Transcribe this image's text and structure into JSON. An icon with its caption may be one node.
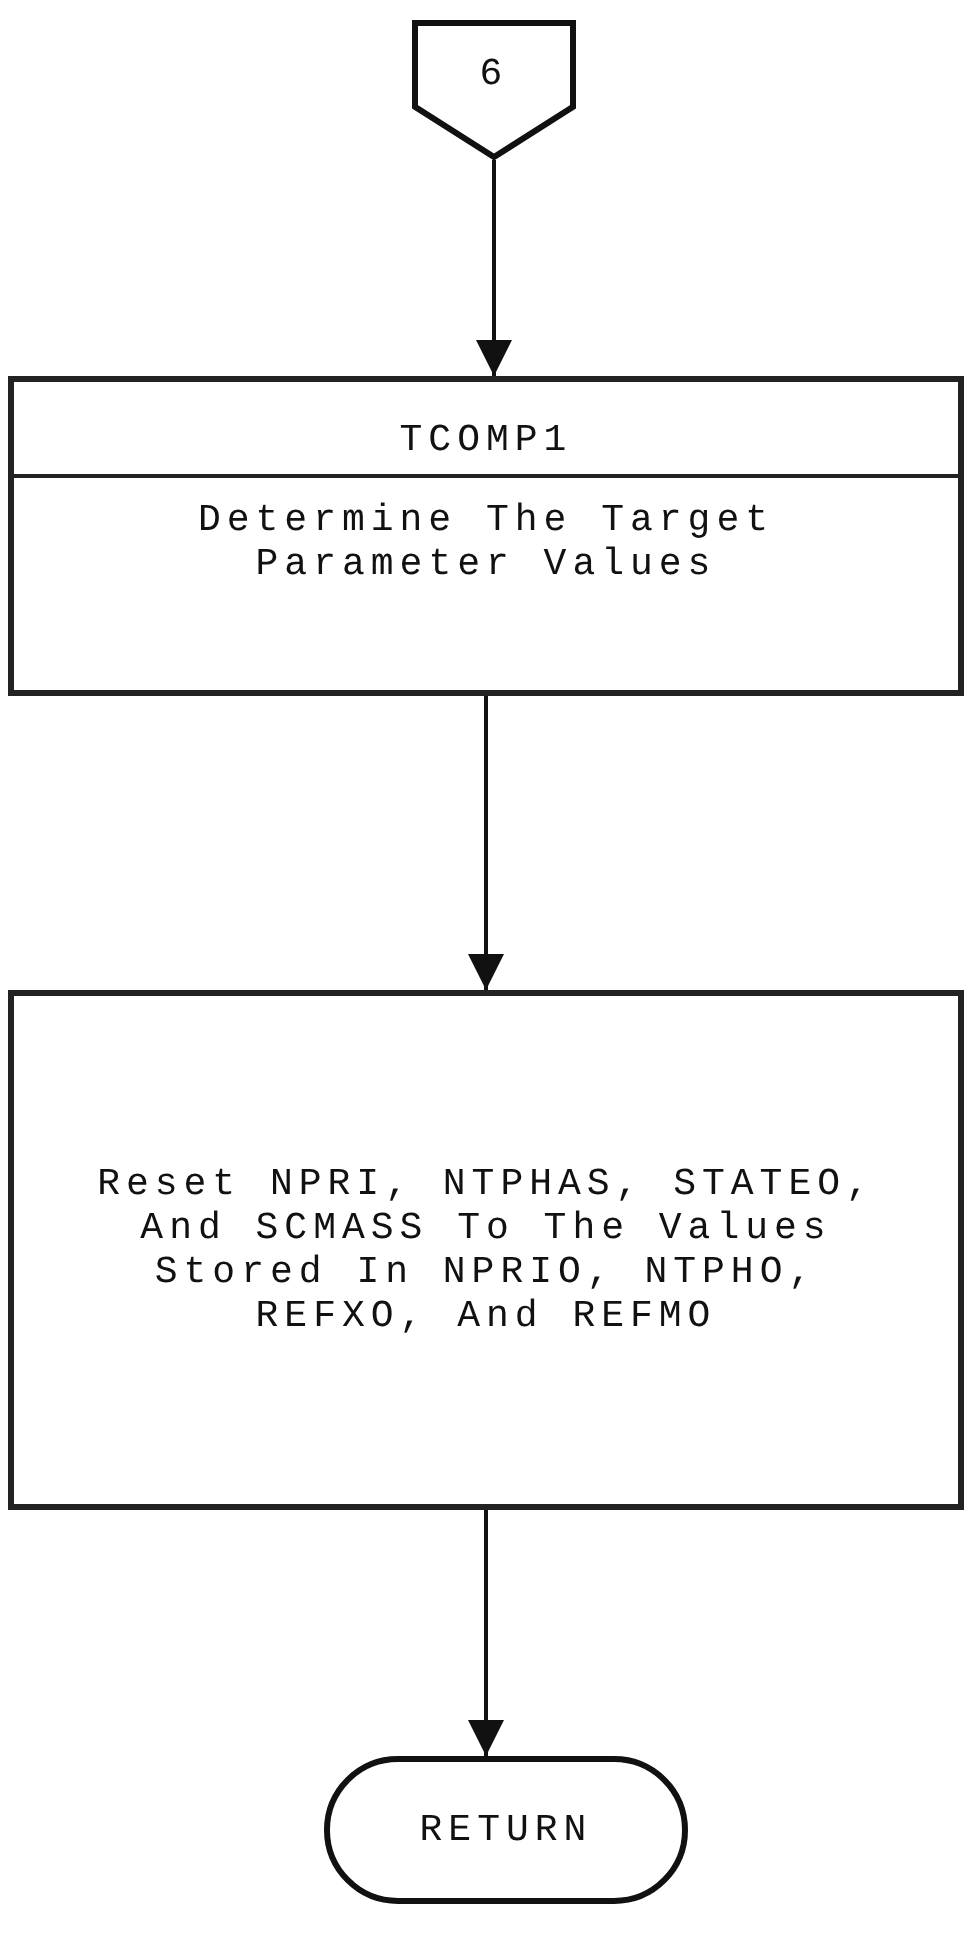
{
  "diagram": {
    "nodes": [
      {
        "text": [
          "6"
        ]
      },
      {
        "text": [
          "TCOMP1",
          "Determine The Target Parameter Values"
        ]
      },
      {
        "text": [
          "Reset NPRI, NTPHAS, STATEO, And SCMASS To The Values Stored In NPRIO, NTPHO, REFXO, And REFMO"
        ]
      },
      {
        "text": [
          "RETURN"
        ]
      }
    ],
    "edges": [
      {
        "from": 0,
        "to": 1,
        "arrow": "to"
      },
      {
        "from": 1,
        "to": 2,
        "arrow": "to"
      },
      {
        "from": 2,
        "to": 3,
        "arrow": "to"
      }
    ]
  }
}
